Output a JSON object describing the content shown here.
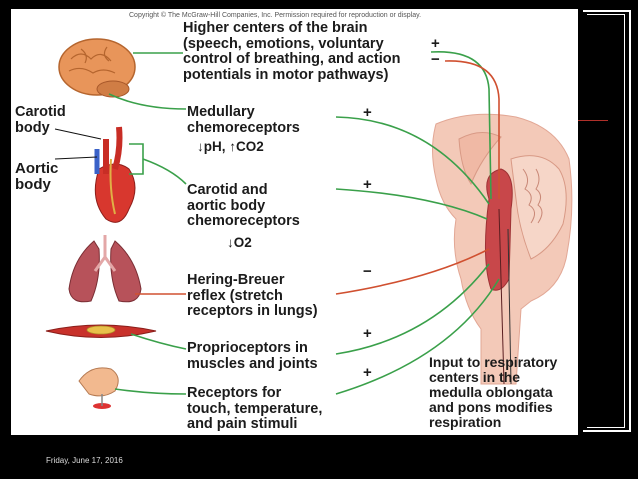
{
  "copyright": "Copyright © The McGraw-Hill Companies, Inc. Permission required for reproduction or display.",
  "labels": {
    "higher_centers": "Higher centers of the brain\n(speech, emotions, voluntary\ncontrol of breathing, and action\npotentials in motor pathways)",
    "carotid_body": "Carotid\nbody",
    "aortic_body": "Aortic\nbody",
    "medullary": "Medullary\nchemoreceptors",
    "medullary_stim": "↓pH, ↑CO2",
    "carotid_aortic": "Carotid and\naortic body\nchemoreceptors",
    "carotid_aortic_stim": "↓O2",
    "hering_breuer": "Hering-Breuer\nreflex (stretch\nreceptors in lungs)",
    "proprioceptors": "Proprioceptors in\nmuscles and joints",
    "receptors": "Receptors for\ntouch, temperature,\nand pain stimuli",
    "input": "Input to respiratory\ncenters in the\nmedulla oblongata\nand pons modifies\nrespiration"
  },
  "signs": {
    "higher_plus": "+",
    "higher_minus": "−",
    "medullary": "+",
    "carotid": "+",
    "hering": "−",
    "proprio": "+",
    "receptors": "+"
  },
  "colors": {
    "stim_line": "#3aa04a",
    "inhib_line": "#d05030",
    "medulla": "#c8474a",
    "brainstem": "#f3c9b8"
  },
  "footer": "Friday, June 17, 2016"
}
